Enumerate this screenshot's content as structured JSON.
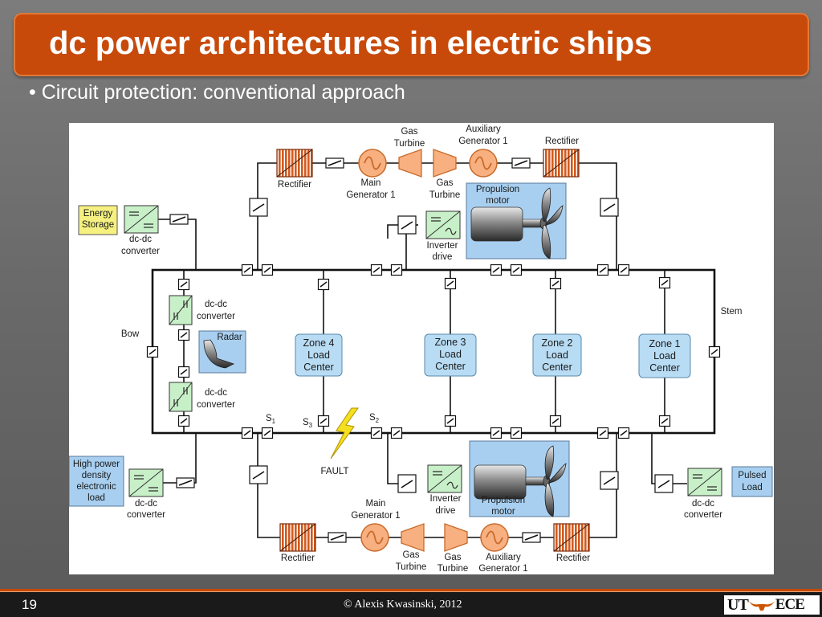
{
  "slide": {
    "title": "dc power architectures in electric ships",
    "bullet": "• Circuit protection: conventional approach",
    "number": "19",
    "footer": "© Alexis Kwasinski, 2012",
    "logo": {
      "left": "UT",
      "right": "ECE"
    }
  },
  "diagram": {
    "top": {
      "rectifier_left": "Rectifier",
      "main_generator": [
        "Main",
        "Generator 1"
      ],
      "gas_turbine_upper": [
        "Gas",
        "Turbine"
      ],
      "gas_turbine_lower": [
        "Gas",
        "Turbine"
      ],
      "auxiliary_generator": [
        "Auxiliary",
        "Generator 1"
      ],
      "rectifier_right": "Rectifier",
      "propulsion_motor": [
        "Propulsion",
        "motor"
      ],
      "inverter_drive": [
        "Inverter",
        "drive"
      ]
    },
    "left": {
      "energy_storage": [
        "Energy",
        "Storage"
      ],
      "dcdc_converter": [
        "dc-dc",
        "converter"
      ],
      "bow": "Bow",
      "dcdc_upper": [
        "dc-dc",
        "converter"
      ],
      "radar": "Radar",
      "dcdc_lower": [
        "dc-dc",
        "converter"
      ],
      "high_power_load": [
        "High power",
        "density",
        "electronic",
        "load"
      ],
      "dcdc_bottom": [
        "dc-dc",
        "converter"
      ]
    },
    "zones": [
      {
        "name": [
          "Zone 4",
          "Load",
          "Center"
        ]
      },
      {
        "name": [
          "Zone 3",
          "Load",
          "Center"
        ]
      },
      {
        "name": [
          "Zone 2",
          "Load",
          "Center"
        ]
      },
      {
        "name": [
          "Zone 1",
          "Load",
          "Center"
        ]
      }
    ],
    "stem": "Stem",
    "switches": {
      "s1": "S",
      "s1_sub": "1",
      "s2": "S",
      "s2_sub": "2",
      "s3": "S",
      "s3_sub": "3"
    },
    "fault": "FAULT",
    "bottom": {
      "inverter_drive": [
        "Inverter",
        "drive"
      ],
      "propulsion_motor": [
        "Propulsion",
        "motor"
      ],
      "main_generator": [
        "Main",
        "Generator 1"
      ],
      "rectifier_left": "Rectifier",
      "gas_turbine_left": [
        "Gas",
        "Turbine"
      ],
      "gas_turbine_right": [
        "Gas",
        "Turbine"
      ],
      "auxiliary_generator": [
        "Auxiliary",
        "Generator 1"
      ],
      "rectifier_right": "Rectifier"
    },
    "right": {
      "pulsed_load": [
        "Pulsed",
        "Load"
      ],
      "dcdc_converter": [
        "dc-dc",
        "converter"
      ]
    }
  },
  "colors": {
    "title_bar": "#c84a0a",
    "converter_fill": "#c8f0c8",
    "load_fill": "#a8cff0",
    "zone_fill": "#b8dcf4",
    "energy_fill": "#f5f080",
    "generator_fill": "#f8b080",
    "rectifier_fill": "#d25a1e",
    "fault_bolt": "#f5e020"
  }
}
